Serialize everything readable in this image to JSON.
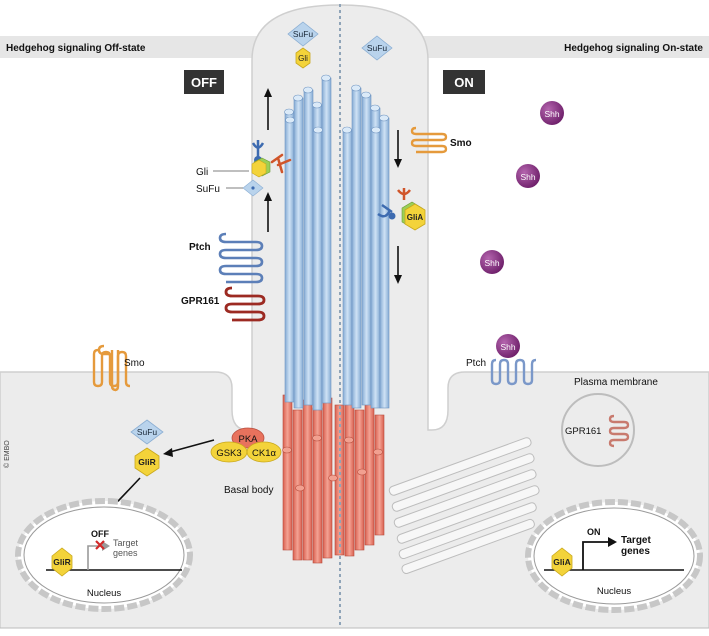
{
  "header": {
    "left_title": "Hedgehog signaling Off-state",
    "right_title": "Hedgehog signaling On-state"
  },
  "badges": {
    "off": "OFF",
    "on": "ON"
  },
  "cilium_tip": {
    "sufu_left": "SuFu",
    "gli_left": "Gli",
    "sufu_right": "SuFu"
  },
  "off_side": {
    "gli": "Gli",
    "sufu": "SuFu",
    "ptch": "Ptch",
    "gpr161": "GPR161",
    "smo": "Smo",
    "basal_sufu": "SuFu",
    "glir": "GliR",
    "kinases": {
      "pka": "PKA",
      "gsk3": "GSK3",
      "ck1a": "CK1α"
    },
    "basal_body": "Basal body",
    "copyright": "© EMBO",
    "nucleus": {
      "glir": "GliR",
      "state": "OFF",
      "target": "Target\ngenes",
      "label": "Nucleus"
    }
  },
  "on_side": {
    "smo": "Smo",
    "glia": "GliA",
    "shh": [
      "Shh",
      "Shh",
      "Shh",
      "Shh"
    ],
    "ptch": "Ptch",
    "plasma_membrane": "Plasma membrane",
    "gpr161": "GPR161",
    "nucleus": {
      "glia": "GliA",
      "state": "ON",
      "target": "Target\ngenes",
      "label": "Nucleus"
    }
  },
  "colors": {
    "header_bg": "#e6e6e6",
    "cell_bg": "#ececec",
    "axoneme_blue": "#a9c8e6",
    "axoneme_red": "#e8887a",
    "shh_purple": "#8a2f86",
    "gli_yellow": "#f3d33a",
    "smo_orange": "#e59a3c",
    "ptch_blue": "#5c7fb8",
    "gpr161_red": "#9c2a22",
    "badge_dark": "#333333"
  }
}
